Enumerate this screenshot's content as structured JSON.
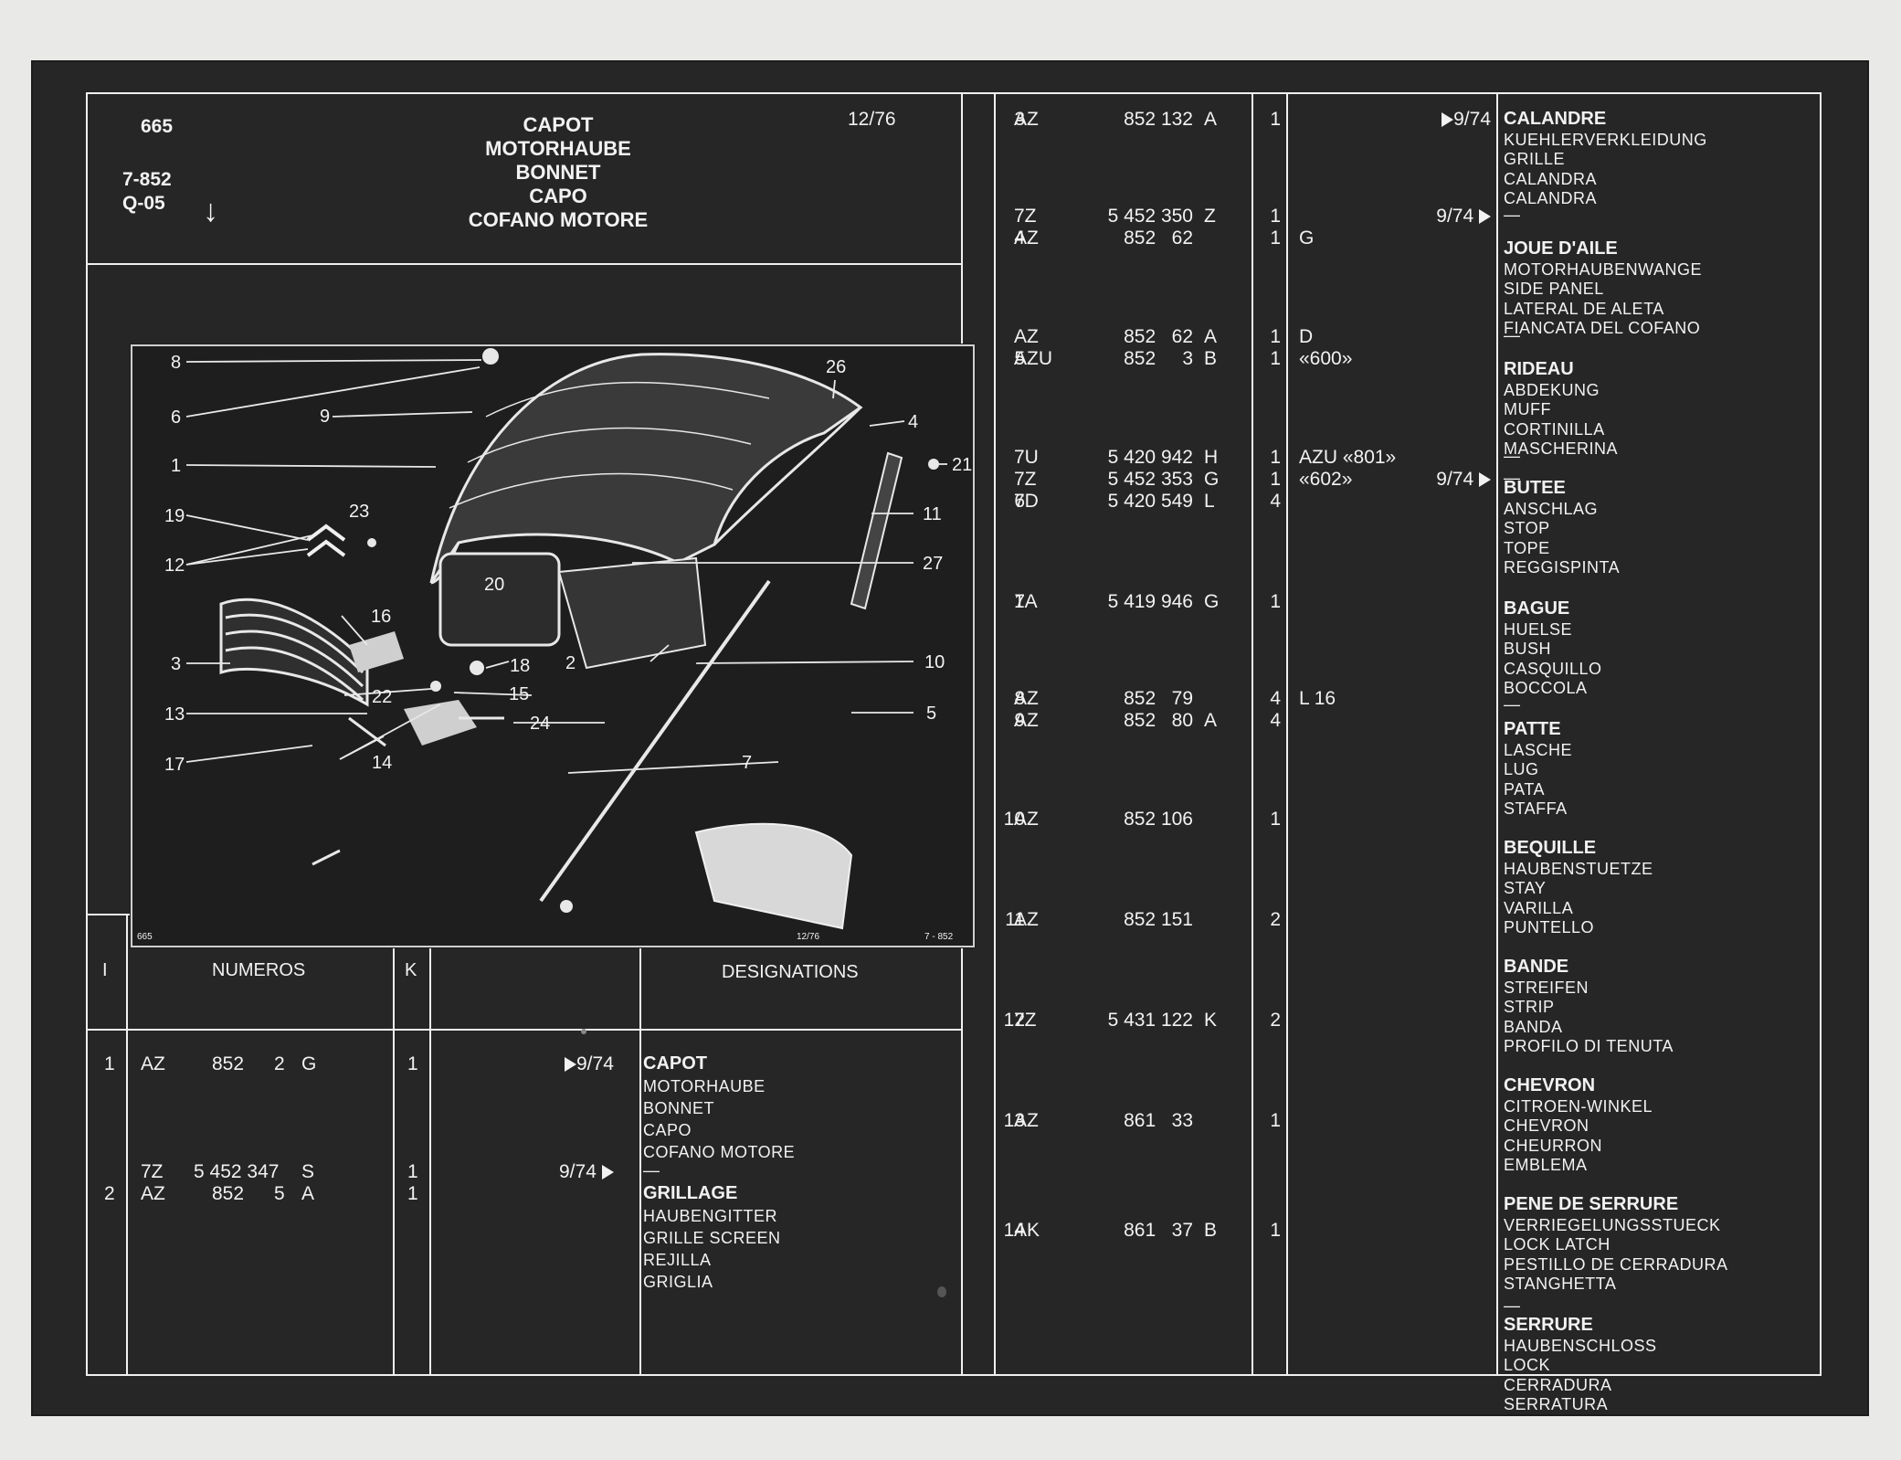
{
  "header": {
    "page_number": "665",
    "ref_code": "7-852",
    "sub_code": "Q-05",
    "date": "12/76",
    "titles": [
      "CAPOT",
      "MOTORHAUBE",
      "BONNET",
      "CAPO",
      "COFANO MOTORE"
    ]
  },
  "diagram": {
    "callouts": [
      "8",
      "6",
      "9",
      "26",
      "4",
      "21",
      "1",
      "23",
      "11",
      "19",
      "12",
      "27",
      "20",
      "16",
      "3",
      "18",
      "2",
      "10",
      "22",
      "15",
      "13",
      "24",
      "5",
      "14",
      "7",
      "17"
    ],
    "footer_left": "665",
    "footer_mid": "12/76",
    "footer_right": "7 - 852"
  },
  "table_headers": {
    "col_i": "I",
    "col_numeros": "NUMEROS",
    "col_k": "K",
    "col_designations": "DESIGNATIONS"
  },
  "rows_left": [
    {
      "pos": "1",
      "numbers": [
        {
          "prefix": "AZ",
          "num": "852",
          "suffix1": "2",
          "suffix2": "G",
          "qty": "1"
        }
      ],
      "note": "9/74",
      "note_arrow": "before",
      "designation": [
        "CAPOT",
        "MOTORHAUBE",
        "BONNET",
        "CAPO",
        "COFANO MOTORE"
      ]
    },
    {
      "pos": "2",
      "numbers": [
        {
          "prefix": "7Z",
          "num": "5 452 347",
          "suffix1": "",
          "suffix2": "S",
          "qty": "1"
        },
        {
          "prefix": "AZ",
          "num": "852",
          "suffix1": "5",
          "suffix2": "A",
          "qty": "1"
        }
      ],
      "note": "9/74",
      "note_arrow": "after",
      "designation_dash": "—",
      "designation": [
        "GRILLAGE",
        "HAUBENGITTER",
        "GRILLE SCREEN",
        "REJILLA",
        "GRIGLIA"
      ]
    }
  ],
  "rows_mid": [
    {
      "pos": "3",
      "num_a": "AZ",
      "num_b": "852 132",
      "num_c": "A",
      "qty": "1",
      "note": "",
      "date": "9/74",
      "date_arrow": "before"
    },
    {
      "pos": "",
      "num_a": "7Z",
      "num_b": "5 452 350",
      "num_c": "Z",
      "qty": "1",
      "note": "",
      "date": "9/74",
      "date_arrow": "after"
    },
    {
      "pos": "4",
      "num_a": "AZ",
      "num_b": "852   62",
      "num_c": "",
      "qty": "1",
      "note": "G",
      "date": ""
    },
    {
      "pos": "",
      "num_a": "AZ",
      "num_b": "852   62",
      "num_c": "A",
      "qty": "1",
      "note": "D",
      "date": ""
    },
    {
      "pos": "5",
      "num_a": "AZU",
      "num_b": "852     3",
      "num_c": "B",
      "qty": "1",
      "note": "«600»",
      "date": ""
    },
    {
      "pos": "",
      "num_a": "7U",
      "num_b": "5 420 942",
      "num_c": "H",
      "qty": "1",
      "note": "AZU «801»",
      "date": ""
    },
    {
      "pos": "",
      "num_a": "7Z",
      "num_b": "5 452 353",
      "num_c": "G",
      "qty": "1",
      "note": "«602»",
      "date": "9/74",
      "date_arrow": "after"
    },
    {
      "pos": "6",
      "num_a": "7D",
      "num_b": "5 420 549",
      "num_c": "L",
      "qty": "4",
      "note": "",
      "date": ""
    },
    {
      "pos": "7",
      "num_a": "1A",
      "num_b": "5 419 946",
      "num_c": "G",
      "qty": "1",
      "note": "",
      "date": ""
    },
    {
      "pos": "8",
      "num_a": "AZ",
      "num_b": "852   79",
      "num_c": "",
      "qty": "4",
      "note": "L 16",
      "date": ""
    },
    {
      "pos": "9",
      "num_a": "AZ",
      "num_b": "852   80",
      "num_c": "A",
      "qty": "4",
      "note": "",
      "date": ""
    },
    {
      "pos": "10",
      "num_a": "AZ",
      "num_b": "852 106",
      "num_c": "",
      "qty": "1",
      "note": "",
      "date": ""
    },
    {
      "pos": "11",
      "num_a": "AZ",
      "num_b": "852 151",
      "num_c": "",
      "qty": "2",
      "note": "",
      "date": ""
    },
    {
      "pos": "12",
      "num_a": "7Z",
      "num_b": "5 431 122",
      "num_c": "K",
      "qty": "2",
      "note": "",
      "date": ""
    },
    {
      "pos": "13",
      "num_a": "AZ",
      "num_b": "861   33",
      "num_c": "",
      "qty": "1",
      "note": "",
      "date": ""
    },
    {
      "pos": "14",
      "num_a": "AK",
      "num_b": "861   37",
      "num_c": "B",
      "qty": "1",
      "note": "",
      "date": ""
    }
  ],
  "designations_right": [
    [
      "CALANDRE",
      "KUEHLERVERKLEIDUNG",
      "GRILLE",
      "CALANDRA",
      "CALANDRA"
    ],
    [
      "JOUE D'AILE",
      "MOTORHAUBENWANGE",
      "SIDE PANEL",
      "LATERAL DE ALETA",
      "FIANCATA DEL COFANO"
    ],
    [
      "RIDEAU",
      "ABDEKUNG",
      "MUFF",
      "CORTINILLA",
      "MASCHERINA"
    ],
    [
      "BUTEE",
      "ANSCHLAG",
      "STOP",
      "TOPE",
      "REGGISPINTA"
    ],
    [
      "BAGUE",
      "HUELSE",
      "BUSH",
      "CASQUILLO",
      "BOCCOLA"
    ],
    [
      "PATTE",
      "LASCHE",
      "LUG",
      "PATA",
      "STAFFA"
    ],
    [
      "BEQUILLE",
      "HAUBENSTUETZE",
      "STAY",
      "VARILLA",
      "PUNTELLO"
    ],
    [
      "BANDE",
      "STREIFEN",
      "STRIP",
      "BANDA",
      "PROFILO DI TENUTA"
    ],
    [
      "CHEVRON",
      "CITROEN-WINKEL",
      "CHEVRON",
      "CHEURRON",
      "EMBLEMA"
    ],
    [
      "PENE DE SERRURE",
      "VERRIEGELUNGSSTUECK",
      "LOCK LATCH",
      "PESTILLO DE CERRADURA",
      "STANGHETTA"
    ],
    [
      "SERRURE",
      "HAUBENSCHLOSS",
      "LOCK",
      "CERRADURA",
      "SERRATURA"
    ]
  ],
  "dashes": {
    "dash": "—"
  },
  "colors": {
    "sheet": "#262626",
    "ink": "#f2f2f2",
    "paper": "#e9e9e7"
  }
}
